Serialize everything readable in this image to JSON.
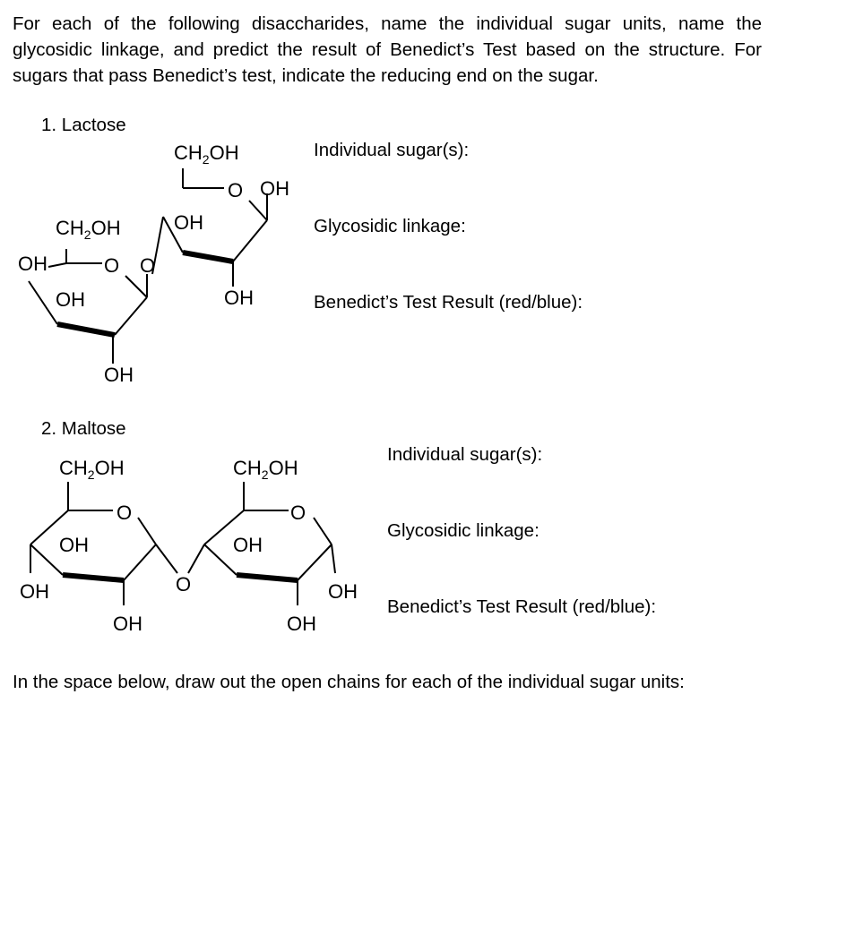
{
  "instructions": "For each of the following disaccharides, name the individual sugar units, name the glycosidic linkage, and predict the result of Benedict’s Test based on the structure. For sugars that pass Benedict’s test, indicate the reducing end on the sugar.",
  "questions": [
    {
      "title": "1.  Lactose",
      "fields": {
        "sugars": "Individual sugar(s):",
        "linkage": "Glycosidic linkage:",
        "benedict": "Benedict’s Test Result (red/blue):"
      },
      "structure_labels": {
        "left_ch2oh": "CH2OH",
        "left_oh_outer": "OH",
        "left_ring_o": "O",
        "left_bridge_o": "O",
        "left_oh_inner": "OH",
        "left_oh_bottom": "OH",
        "right_ch2oh": "CH2OH",
        "right_ring_o": "O",
        "right_oh_top": "OH",
        "right_oh_inner": "OH",
        "right_oh_bottom": "OH"
      }
    },
    {
      "title": "2.  Maltose",
      "fields": {
        "sugars": "Individual sugar(s):",
        "linkage": "Glycosidic linkage:",
        "benedict": "Benedict’s Test Result (red/blue):"
      },
      "structure_labels": {
        "left_ch2oh": "CH2OH",
        "left_ring_o": "O",
        "left_oh_inner": "OH",
        "left_oh_outer": "OH",
        "left_oh_bottom": "OH",
        "bridge_o": "O",
        "right_ch2oh": "CH2OH",
        "right_ring_o": "O",
        "right_oh_inner": "OH",
        "right_oh_outer": "OH",
        "right_oh_bottom": "OH"
      }
    }
  ],
  "closing": "In the space below, draw out the open chains for each of the individual sugar units:"
}
